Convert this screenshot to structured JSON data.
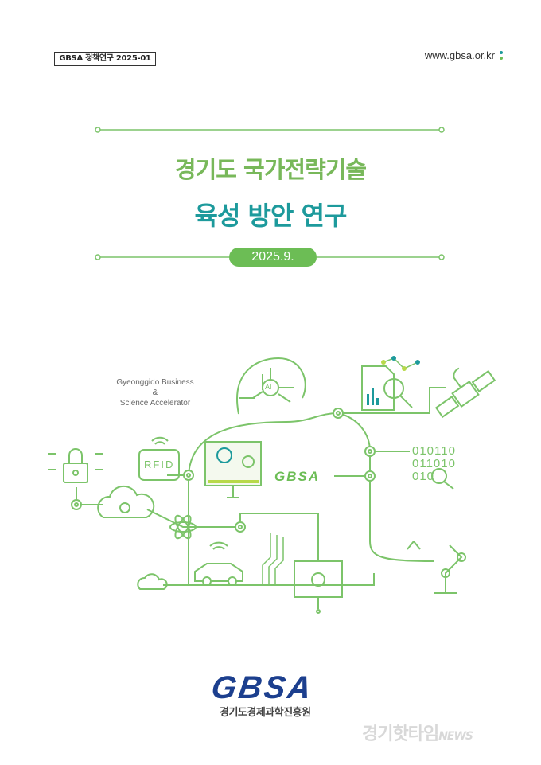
{
  "header": {
    "series": "GBSA 정책연구 2025-01",
    "url": "www.gbsa.or.kr"
  },
  "title": {
    "line1": "경기도 국가전략기술",
    "line2": "육성 방안 연구"
  },
  "date": "2025.9.",
  "illustration": {
    "tagline_1": "Gyeonggido Business",
    "tagline_amp": "&",
    "tagline_2": "Science Accelerator",
    "rfid": "RFID",
    "ai": "AI",
    "center_logo": "GBSA",
    "binary": [
      "010110",
      "011010",
      "010"
    ]
  },
  "footer": {
    "logo": "GBSA",
    "org": "경기도경제과학진흥원"
  },
  "watermark": {
    "name": "경기핫타임",
    "suffix": "NEWS"
  },
  "colors": {
    "green": "#6cbd55",
    "teal": "#1d9a9c",
    "navy": "#1c3f8e"
  }
}
